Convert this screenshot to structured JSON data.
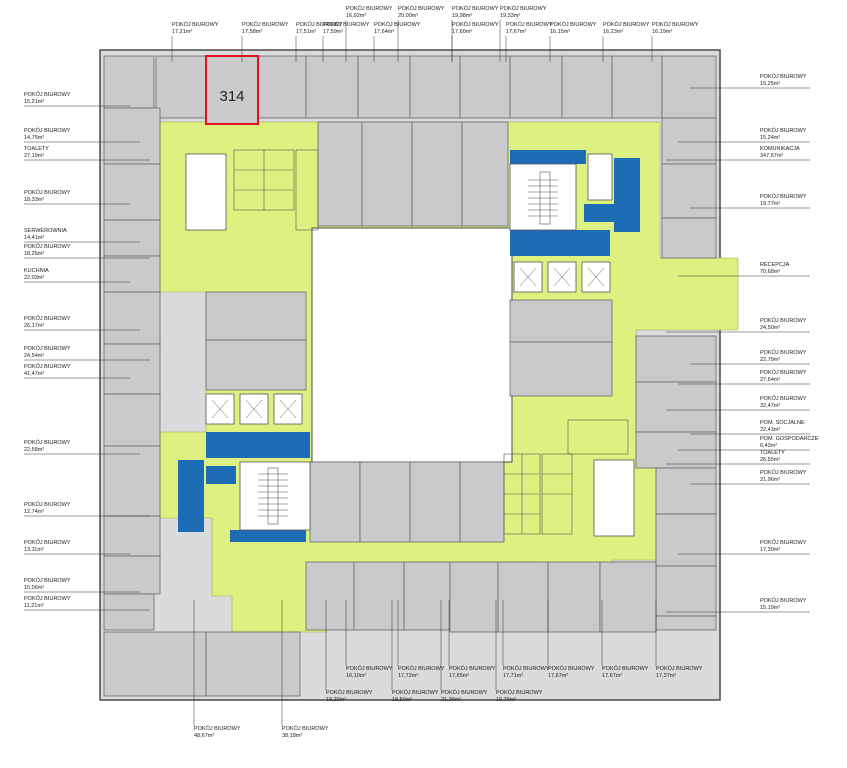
{
  "selected_unit": {
    "number": "314",
    "highlight_color": "#e2131d"
  },
  "colors": {
    "office": "#c9cacc",
    "corridor": "#dcf180",
    "core": "#1f6cb6",
    "wall": "#4a4a4a",
    "outer": "#dadbdd"
  },
  "rooms_top": [
    {
      "name": "POKÓJ BIUROWY",
      "area": "17,21m²"
    },
    {
      "name": "POKÓJ BIUROWY",
      "area": "17,58m²"
    },
    {
      "name": "POKÓJ BIUROWY",
      "area": "17,51m²"
    },
    {
      "name": "POKÓJ BIUROWY",
      "area": "17,59m²"
    },
    {
      "name": "POKÓJ BIUROWY",
      "area": "16,92m²"
    },
    {
      "name": "POKÓJ BIUROWY",
      "area": "17,64m²"
    },
    {
      "name": "POKÓJ BIUROWY",
      "area": "20,00m²"
    },
    {
      "name": "POKÓJ BIUROWY",
      "area": "17,60m²"
    },
    {
      "name": "POKÓJ BIUROWY",
      "area": "19,98m²"
    },
    {
      "name": "POKÓJ BIUROWY",
      "area": "17,67m²"
    },
    {
      "name": "POKÓJ BIUROWY",
      "area": "19,33m²"
    },
    {
      "name": "POKÓJ BIUROWY",
      "area": "16,15m²"
    },
    {
      "name": "POKÓJ BIUROWY",
      "area": "16,23m²"
    },
    {
      "name": "POKÓJ BIUROWY",
      "area": "16,19m²"
    }
  ],
  "rooms_left": [
    {
      "name": "POKÓJ BIUROWY",
      "area": "15,21m²"
    },
    {
      "name": "POKÓJ BIUROWY",
      "area": "14,75m²"
    },
    {
      "name": "TOALETY",
      "area": "27,19m²"
    },
    {
      "name": "POKÓJ BIUROWY",
      "area": "18,33m²"
    },
    {
      "name": "SERWEROWNIA",
      "area": "14,41m²"
    },
    {
      "name": "POKÓJ BIUROWY",
      "area": "18,26m²"
    },
    {
      "name": "KUCHNIA",
      "area": "22,03m²"
    },
    {
      "name": "POKÓJ BIUROWY",
      "area": "26,17m²"
    },
    {
      "name": "POKÓJ BIUROWY",
      "area": "24,54m²"
    },
    {
      "name": "POKÓJ BIUROWY",
      "area": "41,47m²"
    },
    {
      "name": "POKÓJ BIUROWY",
      "area": "22,58m²"
    },
    {
      "name": "POKÓJ BIUROWY",
      "area": "12,74m²"
    },
    {
      "name": "POKÓJ BIUROWY",
      "area": "13,11m²"
    },
    {
      "name": "POKÓJ BIUROWY",
      "area": "15,06m²"
    },
    {
      "name": "POKÓJ BIUROWY",
      "area": "11,21m²"
    }
  ],
  "rooms_right": [
    {
      "name": "POKÓJ BIUROWY",
      "area": "15,25m²"
    },
    {
      "name": "POKÓJ BIUROWY",
      "area": "15,24m²"
    },
    {
      "name": "KOMUNIKACJA",
      "area": "347,67m²"
    },
    {
      "name": "POKÓJ BIUROWY",
      "area": "19,77m²"
    },
    {
      "name": "RECEPCJA",
      "area": "70,68m²"
    },
    {
      "name": "POKÓJ BIUROWY",
      "area": "24,50m²"
    },
    {
      "name": "POKÓJ BIUROWY",
      "area": "22,79m²"
    },
    {
      "name": "POKÓJ BIUROWY",
      "area": "27,64m²"
    },
    {
      "name": "POKÓJ BIUROWY",
      "area": "32,47m²"
    },
    {
      "name": "POM. SOCJALNE",
      "area": "22,43m²"
    },
    {
      "name": "POM. GOSPODARCZE",
      "area": "6,43m²"
    },
    {
      "name": "TOALETY",
      "area": "26,55m²"
    },
    {
      "name": "POKÓJ BIUROWY",
      "area": "21,96m²"
    },
    {
      "name": "POKÓJ BIUROWY",
      "area": "17,30m²"
    },
    {
      "name": "POKÓJ BIUROWY",
      "area": "15,19m²"
    }
  ],
  "rooms_bottom": [
    {
      "name": "POKÓJ BIUROWY",
      "area": "16,10m²"
    },
    {
      "name": "POKÓJ BIUROWY",
      "area": "19,20m²"
    },
    {
      "name": "POKÓJ BIUROWY",
      "area": "17,72m²"
    },
    {
      "name": "POKÓJ BIUROWY",
      "area": "18,50m²"
    },
    {
      "name": "POKÓJ BIUROWY",
      "area": "17,65m²"
    },
    {
      "name": "POKÓJ BIUROWY",
      "area": "21,36m²"
    },
    {
      "name": "POKÓJ BIUROWY",
      "area": "17,71m²"
    },
    {
      "name": "POKÓJ BIUROWY",
      "area": "16,76m²"
    },
    {
      "name": "POKÓJ BIUROWY",
      "area": "17,67m²"
    },
    {
      "name": "POKÓJ BIUROWY",
      "area": "17,67m²"
    },
    {
      "name": "POKÓJ BIUROWY",
      "area": "17,37m²"
    },
    {
      "name": "POKÓJ BIUROWY",
      "area": "48,67m²"
    },
    {
      "name": "POKÓJ BIUROWY",
      "area": "38,18m²"
    }
  ]
}
